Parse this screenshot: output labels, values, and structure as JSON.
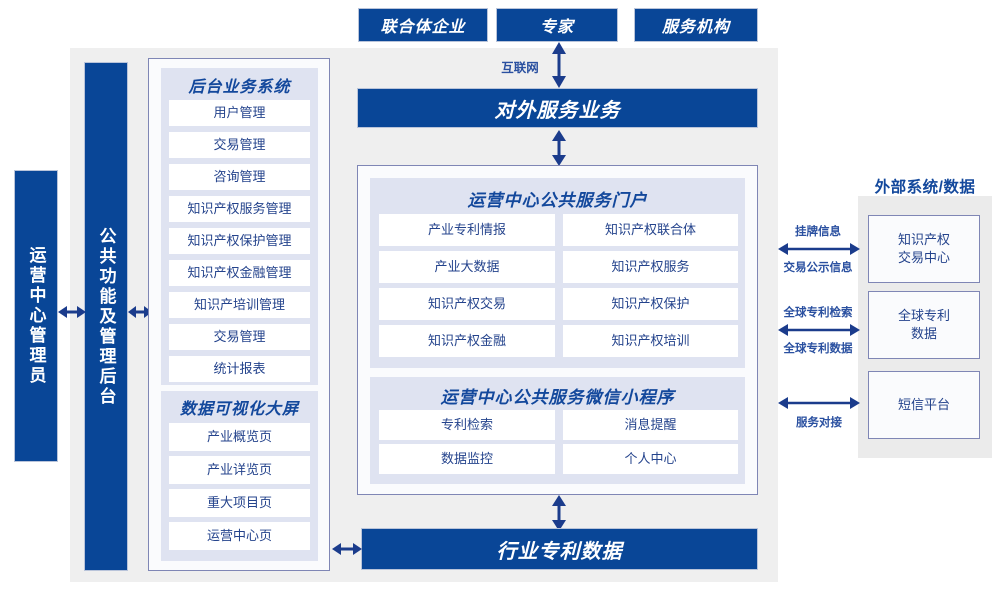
{
  "top_actors": [
    {
      "label": "联合体企业"
    },
    {
      "label": "专家"
    },
    {
      "label": "服务机构"
    }
  ],
  "internet_label": "互联网",
  "external_service_bar": "对外服务业务",
  "industry_patent_data_bar": "行业专利数据",
  "left_columns": [
    {
      "label": "运营中心管理员"
    },
    {
      "label": "公共功能及管理后台"
    }
  ],
  "backend_system": {
    "title": "后台业务系统",
    "items": [
      "用户管理",
      "交易管理",
      "咨询管理",
      "知识产权服务管理",
      "知识产权保护管理",
      "知识产权金融管理",
      "知识产培训管理",
      "交易管理",
      "统计报表"
    ]
  },
  "data_visualization": {
    "title": "数据可视化大屏",
    "items": [
      "产业概览页",
      "产业详览页",
      "重大项目页",
      "运营中心页"
    ]
  },
  "portal": {
    "title": "运营中心公共服务门户",
    "items_left": [
      "产业专利情报",
      "产业大数据",
      "知识产权交易",
      "知识产权金融"
    ],
    "items_right": [
      "知识产权联合体",
      "知识产权服务",
      "知识产权保护",
      "知识产权培训"
    ]
  },
  "miniprogram": {
    "title": "运营中心公共服务微信小程序",
    "items_left": [
      "专利检索",
      "数据监控"
    ],
    "items_right": [
      "消息提醒",
      "个人中心"
    ]
  },
  "external": {
    "title": "外部系统/数据",
    "systems": [
      {
        "label": "知识产权\n交易中心",
        "line1": "知识产权",
        "line2": "交易中心"
      },
      {
        "label": "全球专利\n数据",
        "line1": "全球专利",
        "line2": "数据"
      },
      {
        "label": "短信平台",
        "line1": "短信平台",
        "line2": ""
      }
    ],
    "connectors": [
      {
        "above": "挂牌信息",
        "below": "交易公示信息"
      },
      {
        "above": "全球专利检索",
        "below": "全球专利数据"
      },
      {
        "above": "",
        "below": "服务对接"
      }
    ]
  },
  "colors": {
    "brand_blue": "#094697",
    "panel_lavender": "#dfe3f1",
    "card_border": "#7f86b5",
    "grey_bg": "#efefef",
    "text_blue": "#24438c",
    "arrow_blue": "#1b3c8c"
  }
}
